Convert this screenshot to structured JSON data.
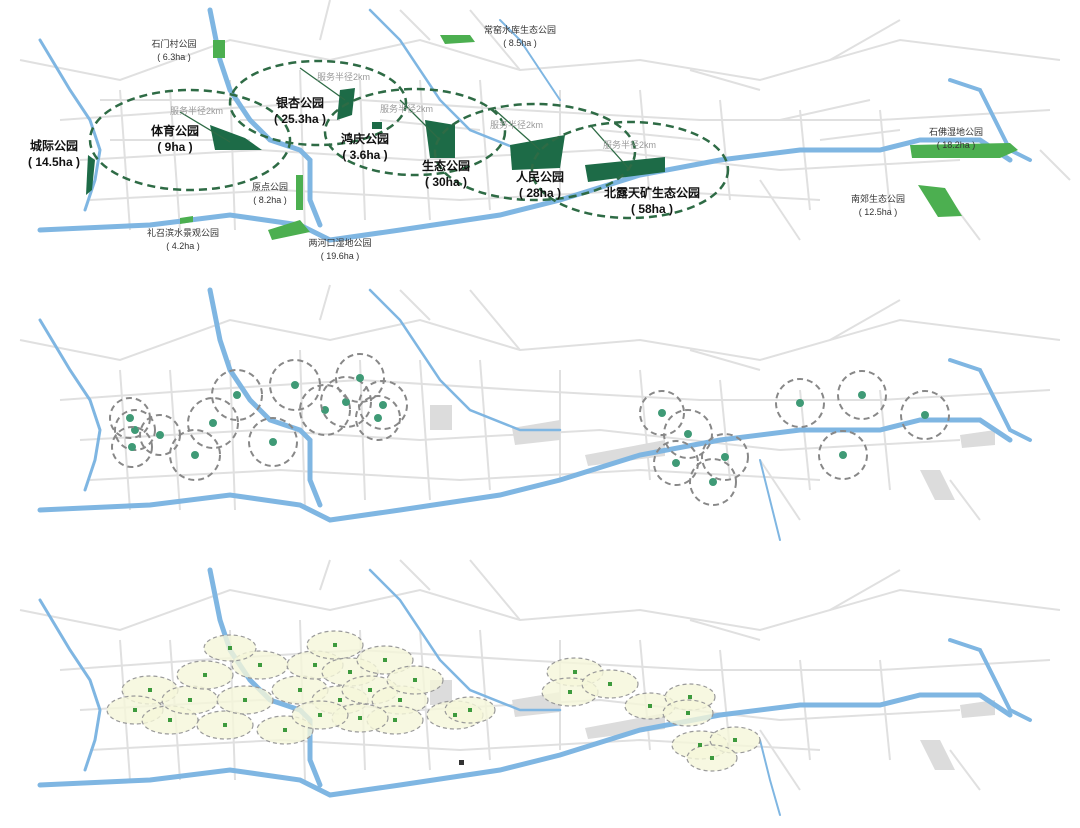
{
  "colors": {
    "river": "#7fb6e2",
    "road": "#e0e0e0",
    "road_dark": "#cfcfcf",
    "park_dark": "#1d6b47",
    "park_light": "#4caf50",
    "service_circle": "#2e6b45",
    "pocket_circle": "#8a8a8a",
    "pocket_dot": "#3f9a76",
    "micro_fill": "#f5f6d9",
    "micro_stroke": "#9a9a9a",
    "micro_dot": "#3d9a3d",
    "grey_block": "#dcdcdc"
  },
  "top_panel": {
    "large_parks": [
      {
        "name": "体育公园",
        "area": "( 9ha )"
      },
      {
        "name": "银杏公园",
        "area": "( 25.3ha )"
      },
      {
        "name": "鸿庆公园",
        "area": "( 3.6ha )"
      },
      {
        "name": "生态公园",
        "area": "( 30ha )"
      },
      {
        "name": "人民公园",
        "area": "( 28ha )"
      },
      {
        "name": "北露天矿生态公园",
        "area": "( 58ha )"
      },
      {
        "name": "城际公园",
        "area": "( 14.5ha )"
      }
    ],
    "small_parks": [
      {
        "name": "石门村公园",
        "area": "( 6.3ha )"
      },
      {
        "name": "常窑水库生态公园",
        "area": "( 8.5ha )"
      },
      {
        "name": "原点公园",
        "area": "( 8.2ha )"
      },
      {
        "name": "礼召滨水景观公园",
        "area": "( 4.2ha )"
      },
      {
        "name": "两河口湿地公园",
        "area": "( 19.6ha )"
      },
      {
        "name": "石佛湿地公园",
        "area": "( 18.2ha )"
      },
      {
        "name": "南郊生态公园",
        "area": "( 12.5ha )"
      }
    ],
    "service_radius_labels": [
      "服务半径2km",
      "服务半径2km",
      "服务半径2km",
      "服务半径2km",
      "服务半径2km"
    ]
  }
}
